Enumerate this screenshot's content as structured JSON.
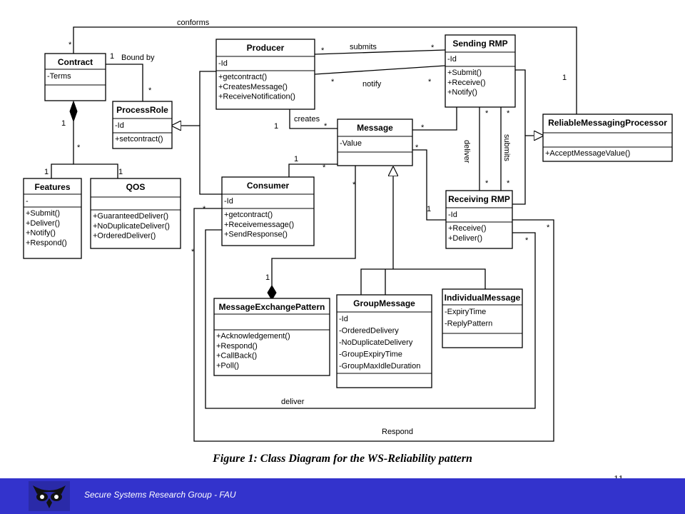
{
  "classes": {
    "contract": {
      "name": "Contract",
      "attrs": [
        "-Terms"
      ],
      "ops": []
    },
    "producer": {
      "name": "Producer",
      "attrs": [
        "-Id"
      ],
      "ops": [
        "+getcontract()",
        "+CreatesMessage()",
        "+ReceiveNotification()"
      ]
    },
    "sending_rmp": {
      "name": "Sending RMP",
      "attrs": [
        "-Id"
      ],
      "ops": [
        "+Submit()",
        "+Receive()",
        "+Notify()"
      ]
    },
    "processrole": {
      "name": "ProcessRole",
      "attrs": [
        "-Id"
      ],
      "ops": [
        "+setcontract()"
      ]
    },
    "message": {
      "name": "Message",
      "attrs": [
        "-Value"
      ],
      "ops": []
    },
    "rmp_processor": {
      "name": "ReliableMessagingProcessor",
      "attrs": [],
      "ops": [
        "+AcceptMessageValue()"
      ]
    },
    "features": {
      "name": "Features",
      "attrs": [
        "-"
      ],
      "ops": [
        "+Submit()",
        "+Deliver()",
        "+Notify()",
        "+Respond()"
      ]
    },
    "qos": {
      "name": "QOS",
      "attrs": [],
      "ops": [
        "+GuaranteedDeliver()",
        "+NoDuplicateDeliver()",
        "+OrderedDeliver()"
      ]
    },
    "consumer": {
      "name": "Consumer",
      "attrs": [
        "-Id"
      ],
      "ops": [
        "+getcontract()",
        "+Receivemessage()",
        "+SendResponse()"
      ]
    },
    "receiving_rmp": {
      "name": "Receiving RMP",
      "attrs": [
        "-Id"
      ],
      "ops": [
        "+Receive()",
        "+Deliver()"
      ]
    },
    "mep": {
      "name": "MessageExchangePattern",
      "attrs": [],
      "ops": [
        "+Acknowledgement()",
        "+Respond()",
        "+CallBack()",
        "+Poll()"
      ]
    },
    "groupmessage": {
      "name": "GroupMessage",
      "attrs": [
        "-Id",
        "-OrderedDelivery",
        "-NoDuplicateDelivery",
        "-GroupExpiryTime",
        "-GroupMaxIdleDuration"
      ],
      "ops": []
    },
    "individualmessage": {
      "name": "IndividualMessage",
      "attrs": [
        "-ExpiryTime",
        "-ReplyPattern"
      ],
      "ops": []
    }
  },
  "labels": {
    "conforms": "conforms",
    "bound_by": "Bound by",
    "submits_top": "submits",
    "notify": "notify",
    "creates": "creates",
    "deliver_v": "deliver",
    "submits_v": "submits",
    "deliver_bottom": "deliver",
    "respond_bottom": "Respond"
  },
  "multiplicities": {
    "one": "1",
    "star": "*"
  },
  "caption": "Figure 1: Class Diagram for the WS-Reliability pattern",
  "page_number": "11",
  "footer": {
    "text": "Secure Systems Research Group - FAU",
    "logo": "owl-logo-icon"
  }
}
